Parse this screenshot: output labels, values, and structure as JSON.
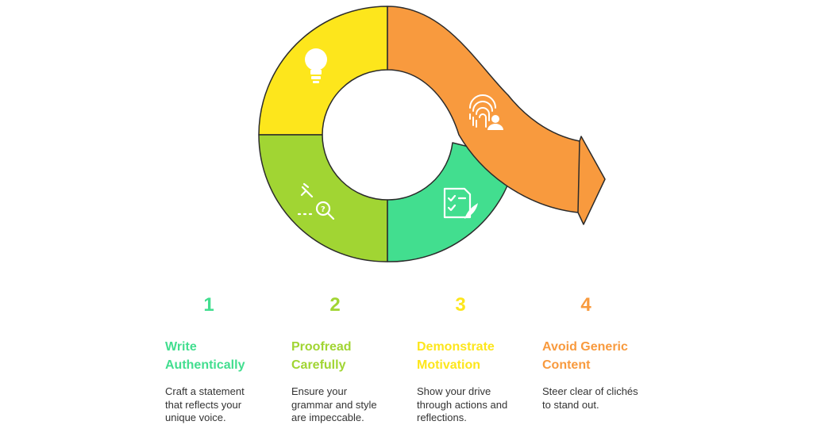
{
  "colors": {
    "green": "#42DE8F",
    "lime": "#A1D533",
    "yellow": "#FDE61C",
    "orange": "#F89A3E",
    "outline": "#2B2B2B"
  },
  "segments": [
    {
      "id": "yellow",
      "icon": "lightbulb-icon"
    },
    {
      "id": "lime",
      "icon": "bug-search-icon"
    },
    {
      "id": "green",
      "icon": "checklist-leaf-icon"
    },
    {
      "id": "orange",
      "icon": "fingerprint-user-icon"
    }
  ],
  "steps": [
    {
      "number": "1",
      "title_line1": "Write",
      "title_line2": "Authentically",
      "desc_line1": "Craft a statement",
      "desc_line2": "that reflects your",
      "desc_line3": "unique voice.",
      "color": "#42DE8F"
    },
    {
      "number": "2",
      "title_line1": "Proofread",
      "title_line2": "Carefully",
      "desc_line1": "Ensure your",
      "desc_line2": "grammar and style",
      "desc_line3": "are impeccable.",
      "color": "#A1D533"
    },
    {
      "number": "3",
      "title_line1": "Demonstrate",
      "title_line2": "Motivation",
      "desc_line1": "Show your drive",
      "desc_line2": "through actions and",
      "desc_line3": "reflections.",
      "color": "#FDE61C"
    },
    {
      "number": "4",
      "title_line1": "Avoid Generic",
      "title_line2": "Content",
      "desc_line1": "Steer clear of clichés",
      "desc_line2": "to stand out.",
      "desc_line3": "",
      "color": "#F89A3E"
    }
  ]
}
